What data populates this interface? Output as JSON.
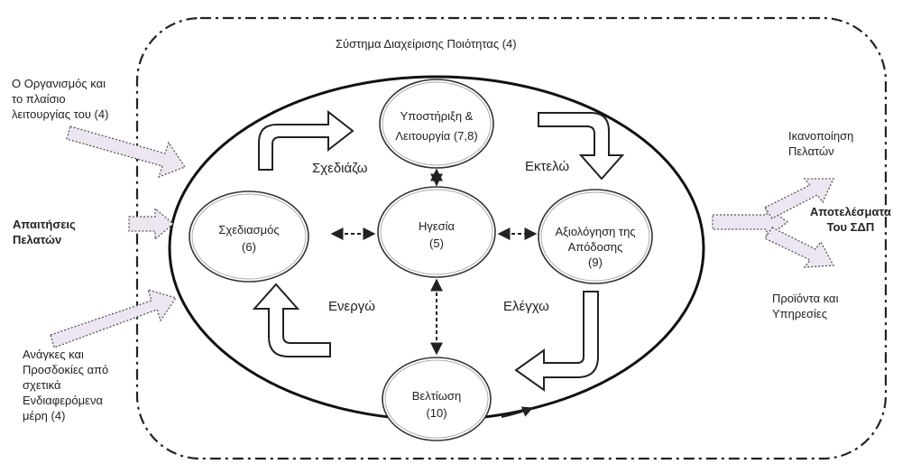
{
  "diagram": {
    "system_title": "Σύστημα Διαχείρισης Ποιότητας (4)",
    "inputs": {
      "organization": [
        "Ο Οργανισμός και",
        "το πλαίσιο",
        "λειτουργίας του (4)"
      ],
      "requirements": [
        "Απαιτήσεις",
        "Πελατών"
      ],
      "stakeholders": [
        "Ανάγκες και",
        "Προσδοκίες από",
        "σχετικά",
        "Ενδιαφερόμενα",
        "μέρη (4)"
      ]
    },
    "outputs": {
      "satisfaction": [
        "Ικανοποίηση",
        "Πελατών"
      ],
      "results": [
        "Αποτελέσματα",
        "Του ΣΔΠ"
      ],
      "products": [
        "Προϊόντα και",
        "Υπηρεσίες"
      ]
    },
    "nodes": {
      "support": [
        "Υποστήριξη &",
        "Λειτουργία  (7,8)"
      ],
      "planning": [
        "Σχεδιασμός",
        "(6)"
      ],
      "leadership": [
        "Ηγεσία",
        "(5)"
      ],
      "evaluation": [
        "Αξιολόγηση της",
        "Απόδοσης",
        "(9)"
      ],
      "improvement": [
        "Βελτίωση",
        "(10)"
      ]
    },
    "cycle": {
      "plan": "Σχεδιάζω",
      "do": "Εκτελώ",
      "check": "Ελέγχω",
      "act": "Ενεργώ"
    }
  }
}
